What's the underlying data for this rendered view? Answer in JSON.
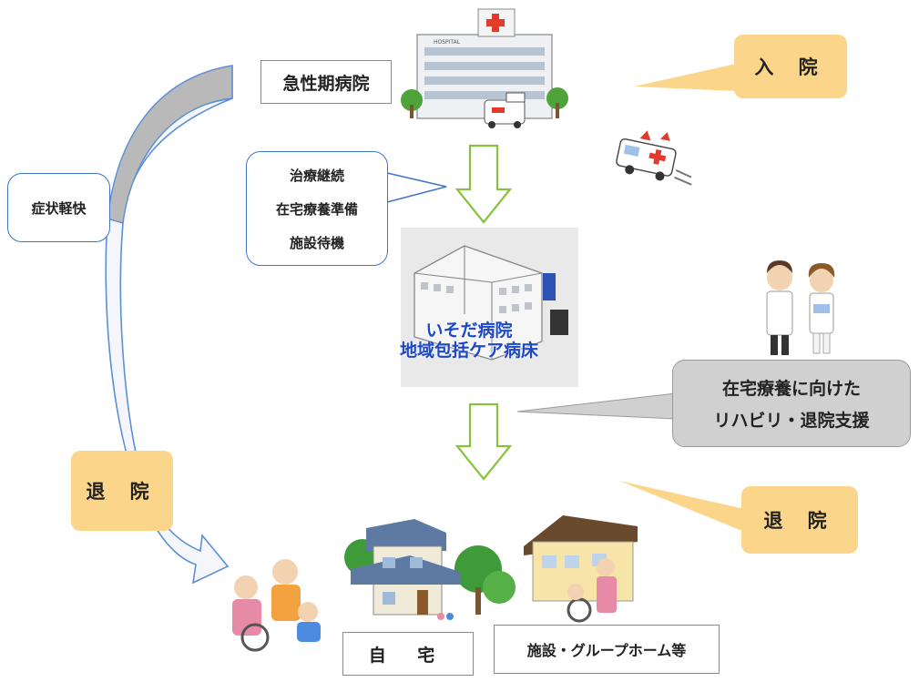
{
  "labels": {
    "acute_hospital": "急性期病院",
    "admission": "入 院",
    "symptom_relief": "症状軽快",
    "treatment_lines": [
      "治療継続",
      "在宅療養準備",
      "施設待機"
    ],
    "isoda_line1": "いそだ病院",
    "isoda_line2": "地域包括ケア病床",
    "rehab_line1": "在宅療養に向けた",
    "rehab_line2": "リハビリ・退院支援",
    "discharge_left": "退 院",
    "discharge_right": "退 院",
    "home": "自 宅",
    "facility": "施設・グループホーム等",
    "hospital_sign": "HOSPITAL"
  },
  "colors": {
    "orange_box": "#fbd68a",
    "blue_outline": "#3f74c7",
    "green_arrow": "#86c23c",
    "gray_bubble": "#d0d0d0",
    "isoda_text": "#1b47c8"
  }
}
